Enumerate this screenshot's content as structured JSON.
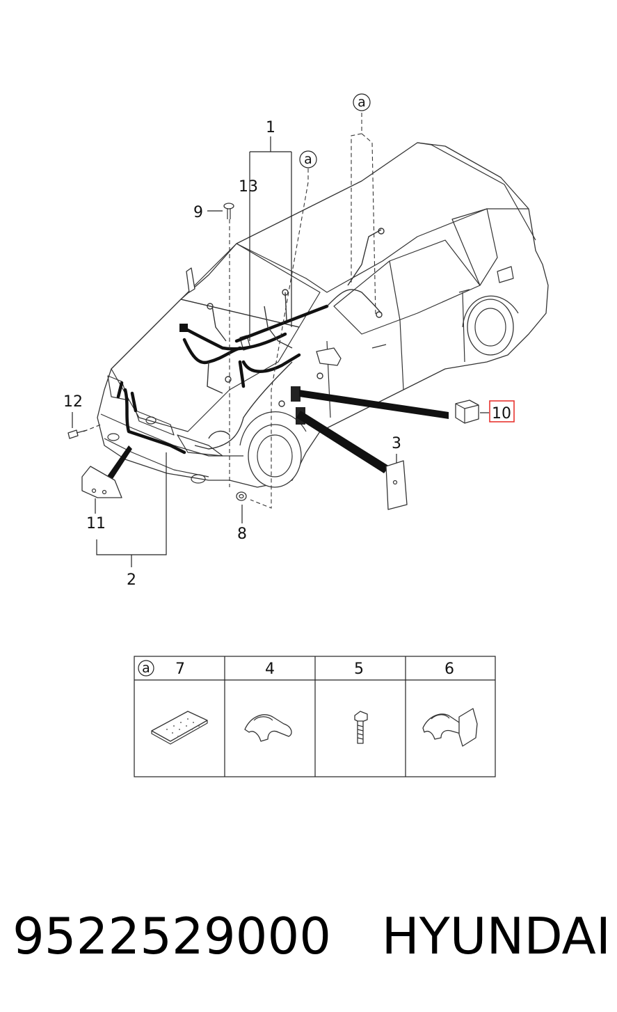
{
  "diagram": {
    "callouts": {
      "c1": "1",
      "c2": "2",
      "c3": "3",
      "c8": "8",
      "c9": "9",
      "c10": "10",
      "c11": "11",
      "c12": "12",
      "c13": "13",
      "a_top": "a",
      "a_mid": "a"
    },
    "highlight_color": "#e8332f"
  },
  "table": {
    "columns": [
      {
        "ref": "a",
        "label": "7"
      },
      {
        "ref": "",
        "label": "4"
      },
      {
        "ref": "",
        "label": "5"
      },
      {
        "ref": "",
        "label": "6"
      }
    ]
  },
  "footer": {
    "part_number": "9522529000",
    "brand": "HYUNDAI"
  }
}
